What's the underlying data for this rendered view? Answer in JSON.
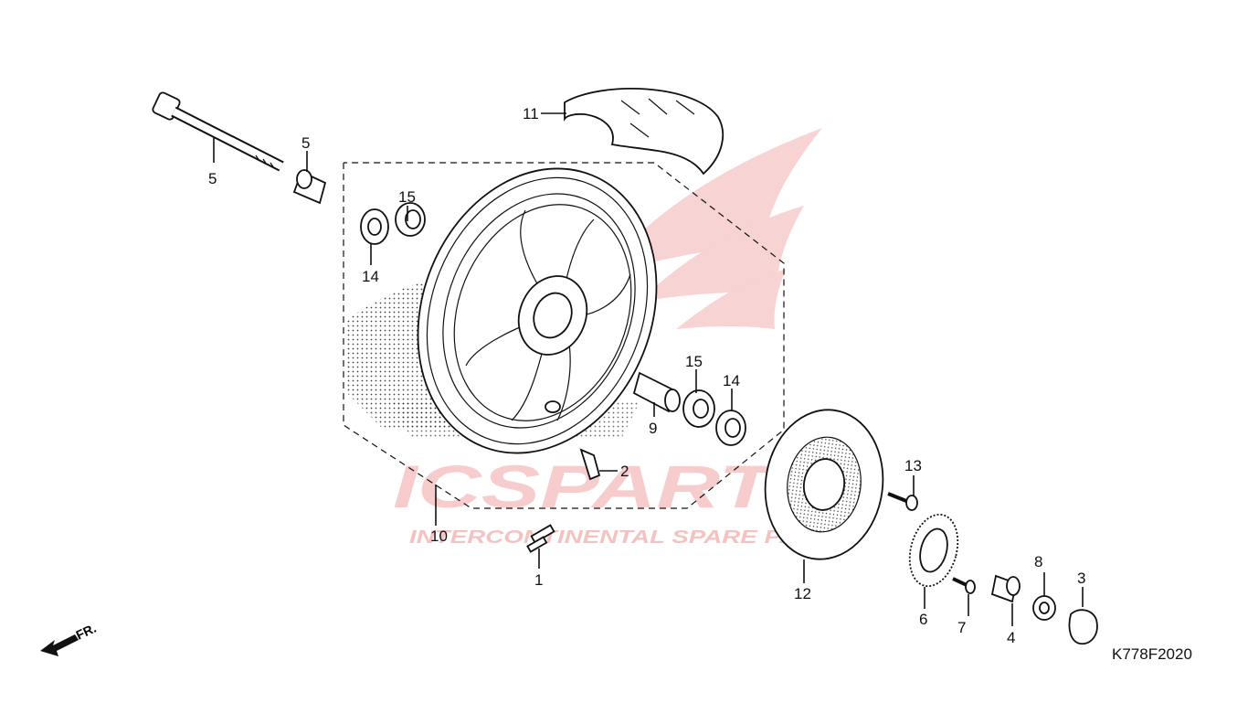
{
  "watermark": {
    "brand": "ICSPARTS",
    "tagline": "INTERCONTINENTAL SPARE PARTS",
    "color": "#e03a3a"
  },
  "diagram_code": "K778F2020",
  "direction_label": "FR.",
  "callouts": [
    "1",
    "2",
    "3",
    "4",
    "5",
    "5",
    "6",
    "7",
    "8",
    "9",
    "10",
    "11",
    "12",
    "13",
    "14",
    "14",
    "15",
    "15"
  ]
}
